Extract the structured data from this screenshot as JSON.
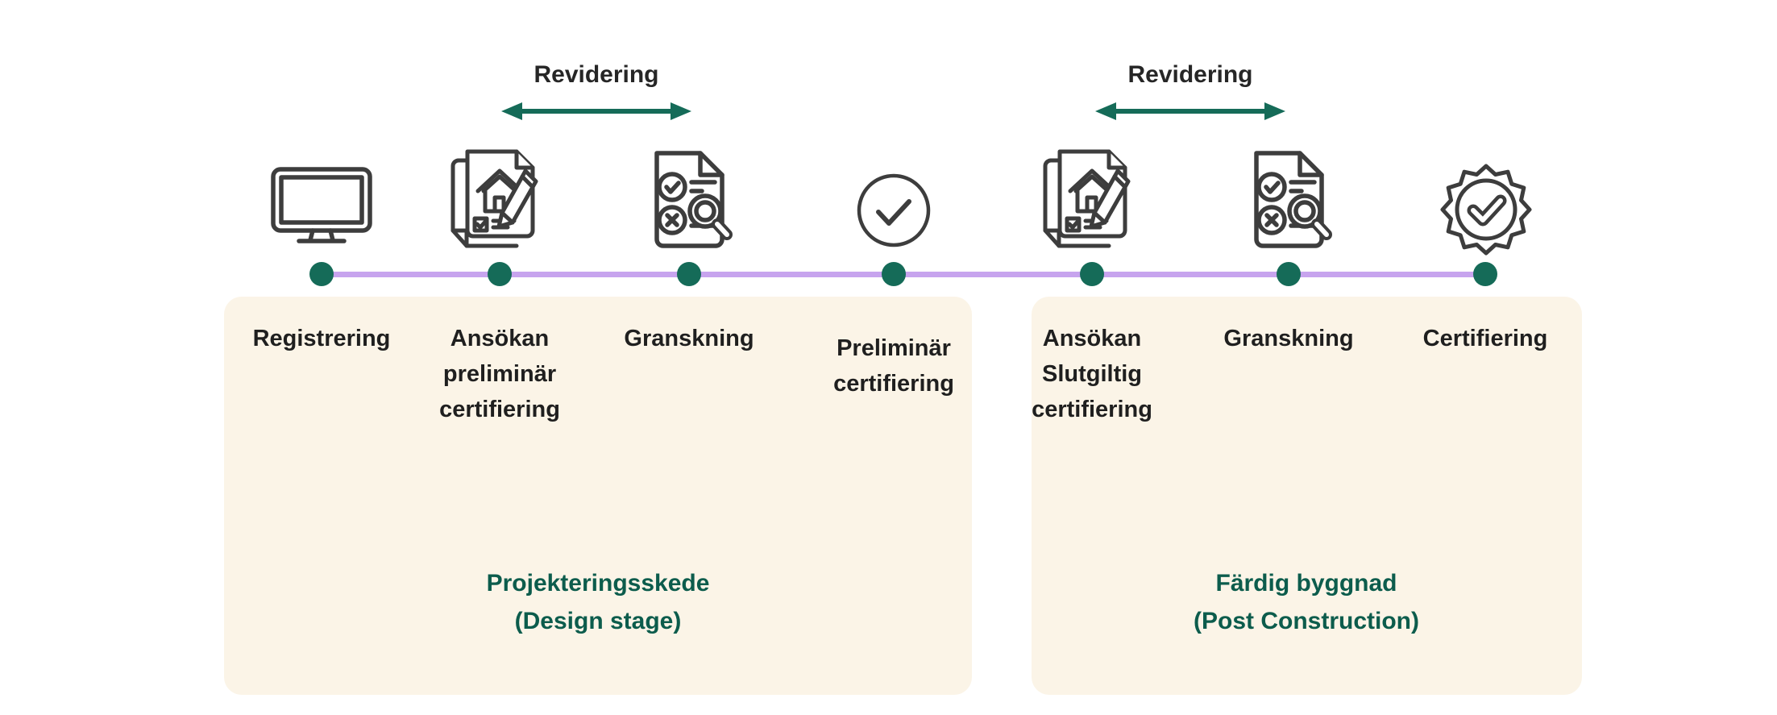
{
  "colors": {
    "background": "#ffffff",
    "teal_accent": "#156b58",
    "timeline_purple": "#c7a4ee",
    "stage_box_bg": "#fbf4e7",
    "stage_title_teal": "#0c5c4c",
    "label_text": "#1f1f1f",
    "icon_stroke": "#3d3d3d"
  },
  "revisions": [
    {
      "label": "Revidering",
      "icon": "double-headed-arrow-icon"
    },
    {
      "label": "Revidering",
      "icon": "double-headed-arrow-icon"
    }
  ],
  "timeline": {
    "nodes": [
      {
        "label": "Registrering",
        "icon": "computer-monitor-icon"
      },
      {
        "label": "Ansökan\npreliminär\ncertifiering",
        "icon": "application-document-icon"
      },
      {
        "label": "Granskning",
        "icon": "review-checklist-icon"
      },
      {
        "label": "Preliminär\ncertifiering",
        "icon": "check-circle-icon"
      },
      {
        "label": "Ansökan\nSlutgiltig\ncertifiering",
        "icon": "application-document-icon"
      },
      {
        "label": "Granskning",
        "icon": "review-checklist-icon"
      },
      {
        "label": "Certifiering",
        "icon": "certificate-badge-icon"
      }
    ]
  },
  "stages": [
    {
      "title": "Projekteringsskede\n(Design stage)"
    },
    {
      "title": "Färdig byggnad\n(Post Construction)"
    }
  ]
}
